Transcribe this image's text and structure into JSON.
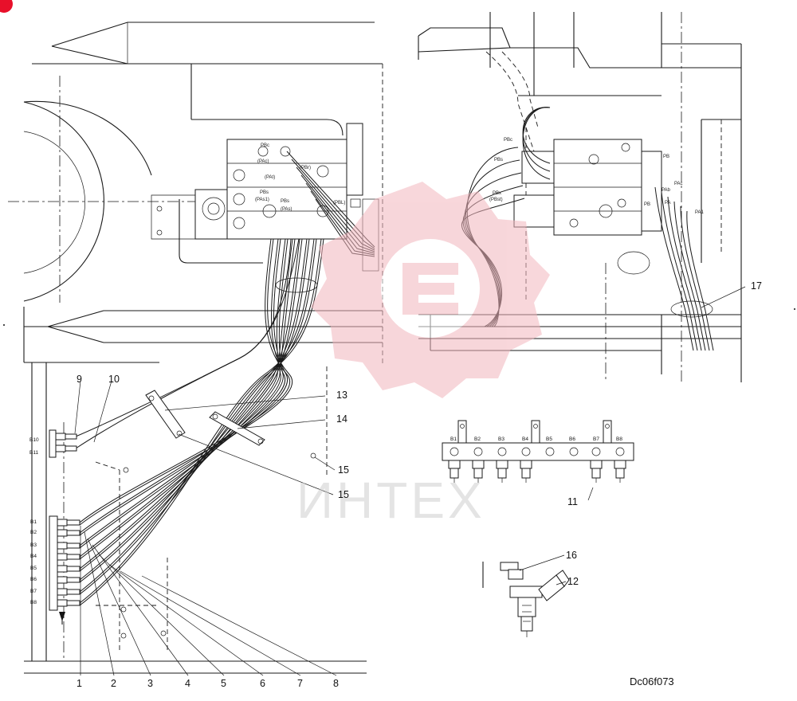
{
  "diagram": {
    "callouts": {
      "c1": "1",
      "c2": "2",
      "c3": "3",
      "c4": "4",
      "c5": "5",
      "c6": "6",
      "c7": "7",
      "c8": "8",
      "c9": "9",
      "c10": "10",
      "c11": "11",
      "c12": "12",
      "c13": "13",
      "c14": "14",
      "c15a": "15",
      "c15b": "15",
      "c16": "16",
      "c17": "17"
    },
    "port_labels_left": [
      "B1",
      "B2",
      "B3",
      "B4",
      "B5",
      "B6",
      "B7",
      "B8"
    ],
    "port_labels_upper": [
      "B10",
      "B11"
    ],
    "manifold_labels": [
      "B1",
      "B2",
      "B3",
      "B4",
      "B5",
      "B6",
      "B7",
      "B8"
    ],
    "valve_left_labels": {
      "pbc": "PBc",
      "pac": "(PAc)",
      "pbr": "(PBr)",
      "pat": "(PAt)",
      "pbs": "PBs",
      "pas1": "(PAs1)",
      "pbs2": "PBs",
      "pas": "(PAs)",
      "pbl": "(PBL)"
    },
    "valve_right_labels": {
      "pbc": "PBc",
      "pbs": "PBs",
      "pbx": "PBx",
      "pbst": "(PBst)",
      "pbr": "PB",
      "pac": "PAc",
      "pab": "PAb",
      "pa": "PA",
      "pa1": "PA1",
      "pb": "PB"
    },
    "drawing_code": "Dc06f073",
    "watermark": {
      "text": "ИНТЕХ",
      "color": "#f2b6bd"
    }
  }
}
